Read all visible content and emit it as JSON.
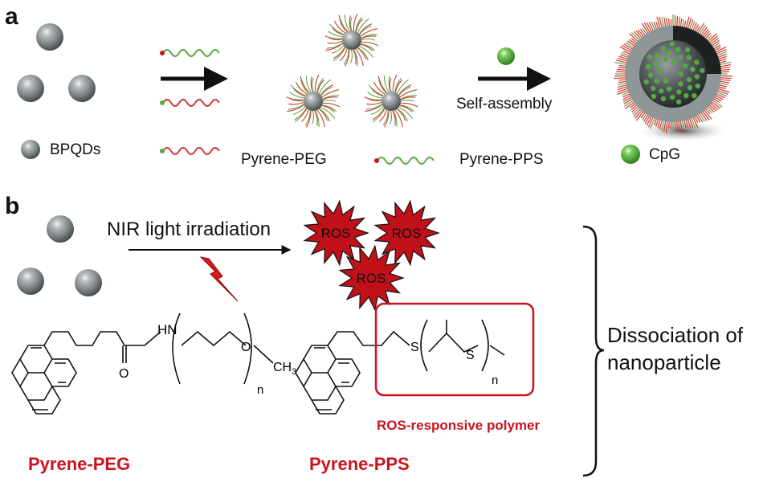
{
  "panel_a": {
    "letter": "a",
    "label_bpqds": "BPQDs",
    "label_pyrene_peg": "Pyrene-PEG",
    "label_pyrene_pps": "Pyrene-PPS",
    "label_self_assembly": "Self-assembly",
    "label_cpg": "CpG"
  },
  "panel_b": {
    "letter": "b",
    "label_nir": "NIR light irradiation",
    "ros_label": "ROS",
    "ch3": "CH",
    "ch3_sub": "3",
    "subscript_n": "n",
    "atom_hn": "HN",
    "atom_o": "O",
    "atom_s": "S",
    "label_ros_polymer": "ROS-responsive polymer",
    "label_pyrene_peg": "Pyrene-PEG",
    "label_pyrene_pps": "Pyrene-PPS",
    "dissociation": "Dissociation of nanoparticle"
  },
  "colors": {
    "accent_red": "#c8141e",
    "ros_fill": "#c0101a",
    "peg_green": "#57a843",
    "pps_red": "#d2372c",
    "particle_gray": "#7d8486"
  }
}
